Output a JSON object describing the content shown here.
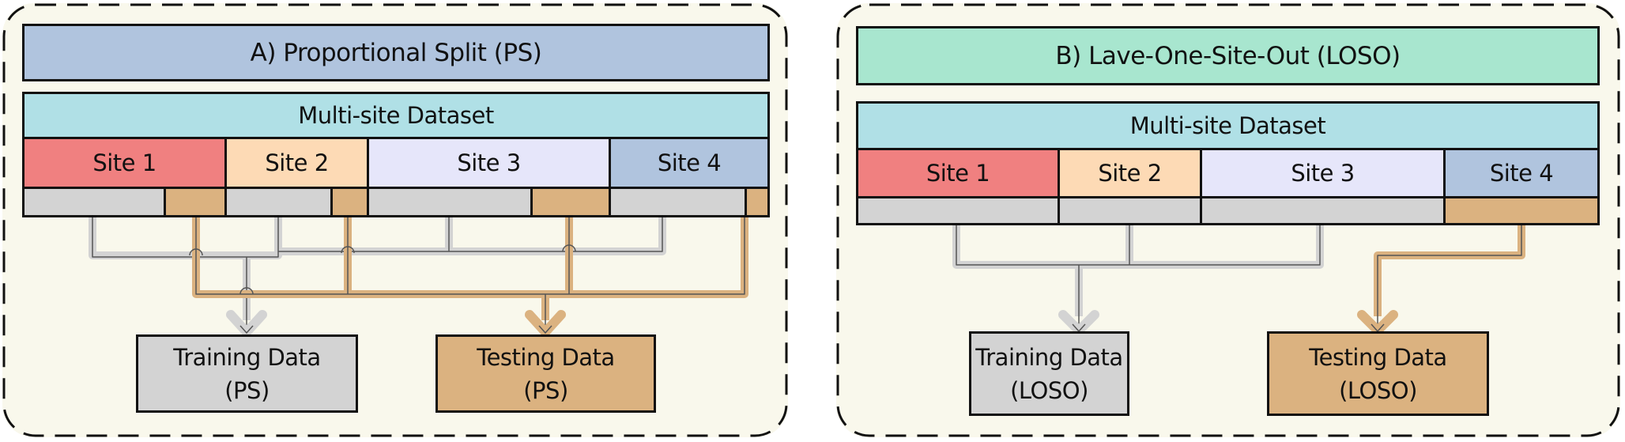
{
  "colors": {
    "panel_bg": "#f9f8ec",
    "title_a": "#b0c4de",
    "title_b": "#a8e6cf",
    "dataset_header": "#b0e0e6",
    "site_1": "#f08080",
    "site_2": "#fddab5",
    "site_3": "#e6e6fa",
    "site_4": "#b0c4de",
    "train": "#d3d3d3",
    "test": "#dbb280"
  },
  "panel_a": {
    "title": "A) Proportional Split (PS)",
    "dataset_header": "Multi-site Dataset",
    "sites": [
      {
        "label": "Site 1",
        "train_fraction": 0.7
      },
      {
        "label": "Site 2",
        "train_fraction": 0.74
      },
      {
        "label": "Site 3",
        "train_fraction": 0.68
      },
      {
        "label": "Site 4",
        "train_fraction": 0.84
      }
    ],
    "training_box": {
      "line1": "Training Data",
      "line2": "(PS)"
    },
    "testing_box": {
      "line1": "Testing Data",
      "line2": "(PS)"
    }
  },
  "panel_b": {
    "title": "B) Lave-One-Site-Out (LOSO)",
    "dataset_header": "Multi-site Dataset",
    "sites": [
      {
        "label": "Site 1",
        "role": "train"
      },
      {
        "label": "Site 2",
        "role": "train"
      },
      {
        "label": "Site 3",
        "role": "train"
      },
      {
        "label": "Site 4",
        "role": "test"
      }
    ],
    "training_box": {
      "line1": "Training Data",
      "line2": "(LOSO)"
    },
    "testing_box": {
      "line1": "Testing Data",
      "line2": "(LOSO)"
    }
  }
}
